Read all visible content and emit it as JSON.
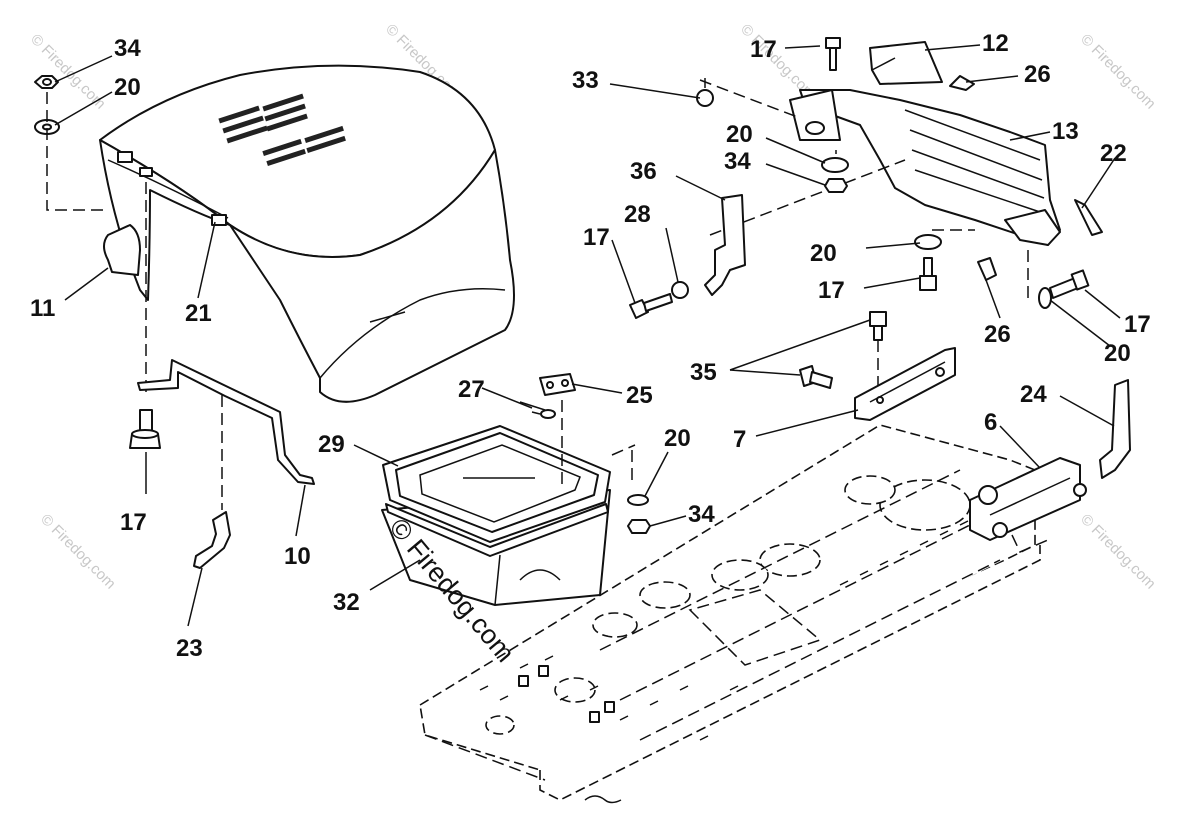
{
  "watermark": {
    "main": "© Firedog.com",
    "tile": "© Firedog.com"
  },
  "callouts": [
    {
      "id": "c34a",
      "text": "34"
    },
    {
      "id": "c20a",
      "text": "20"
    },
    {
      "id": "c11",
      "text": "11"
    },
    {
      "id": "c21",
      "text": "21"
    },
    {
      "id": "c17a",
      "text": "17"
    },
    {
      "id": "c10",
      "text": "10"
    },
    {
      "id": "c23",
      "text": "23"
    },
    {
      "id": "c27",
      "text": "27"
    },
    {
      "id": "c25",
      "text": "25"
    },
    {
      "id": "c29",
      "text": "29"
    },
    {
      "id": "c32",
      "text": "32"
    },
    {
      "id": "c20b",
      "text": "20"
    },
    {
      "id": "c34b",
      "text": "34"
    },
    {
      "id": "c17b",
      "text": "17"
    },
    {
      "id": "c12",
      "text": "12"
    },
    {
      "id": "c26a",
      "text": "26"
    },
    {
      "id": "c33",
      "text": "33"
    },
    {
      "id": "c13",
      "text": "13"
    },
    {
      "id": "c20c",
      "text": "20"
    },
    {
      "id": "c34c",
      "text": "34"
    },
    {
      "id": "c22",
      "text": "22"
    },
    {
      "id": "c36",
      "text": "36"
    },
    {
      "id": "c28",
      "text": "28"
    },
    {
      "id": "c17c",
      "text": "17"
    },
    {
      "id": "c20d",
      "text": "20"
    },
    {
      "id": "c17d",
      "text": "17"
    },
    {
      "id": "c26b",
      "text": "26"
    },
    {
      "id": "c17e",
      "text": "17"
    },
    {
      "id": "c20e",
      "text": "20"
    },
    {
      "id": "c35",
      "text": "35"
    },
    {
      "id": "c24",
      "text": "24"
    },
    {
      "id": "c7",
      "text": "7"
    },
    {
      "id": "c6",
      "text": "6"
    }
  ]
}
